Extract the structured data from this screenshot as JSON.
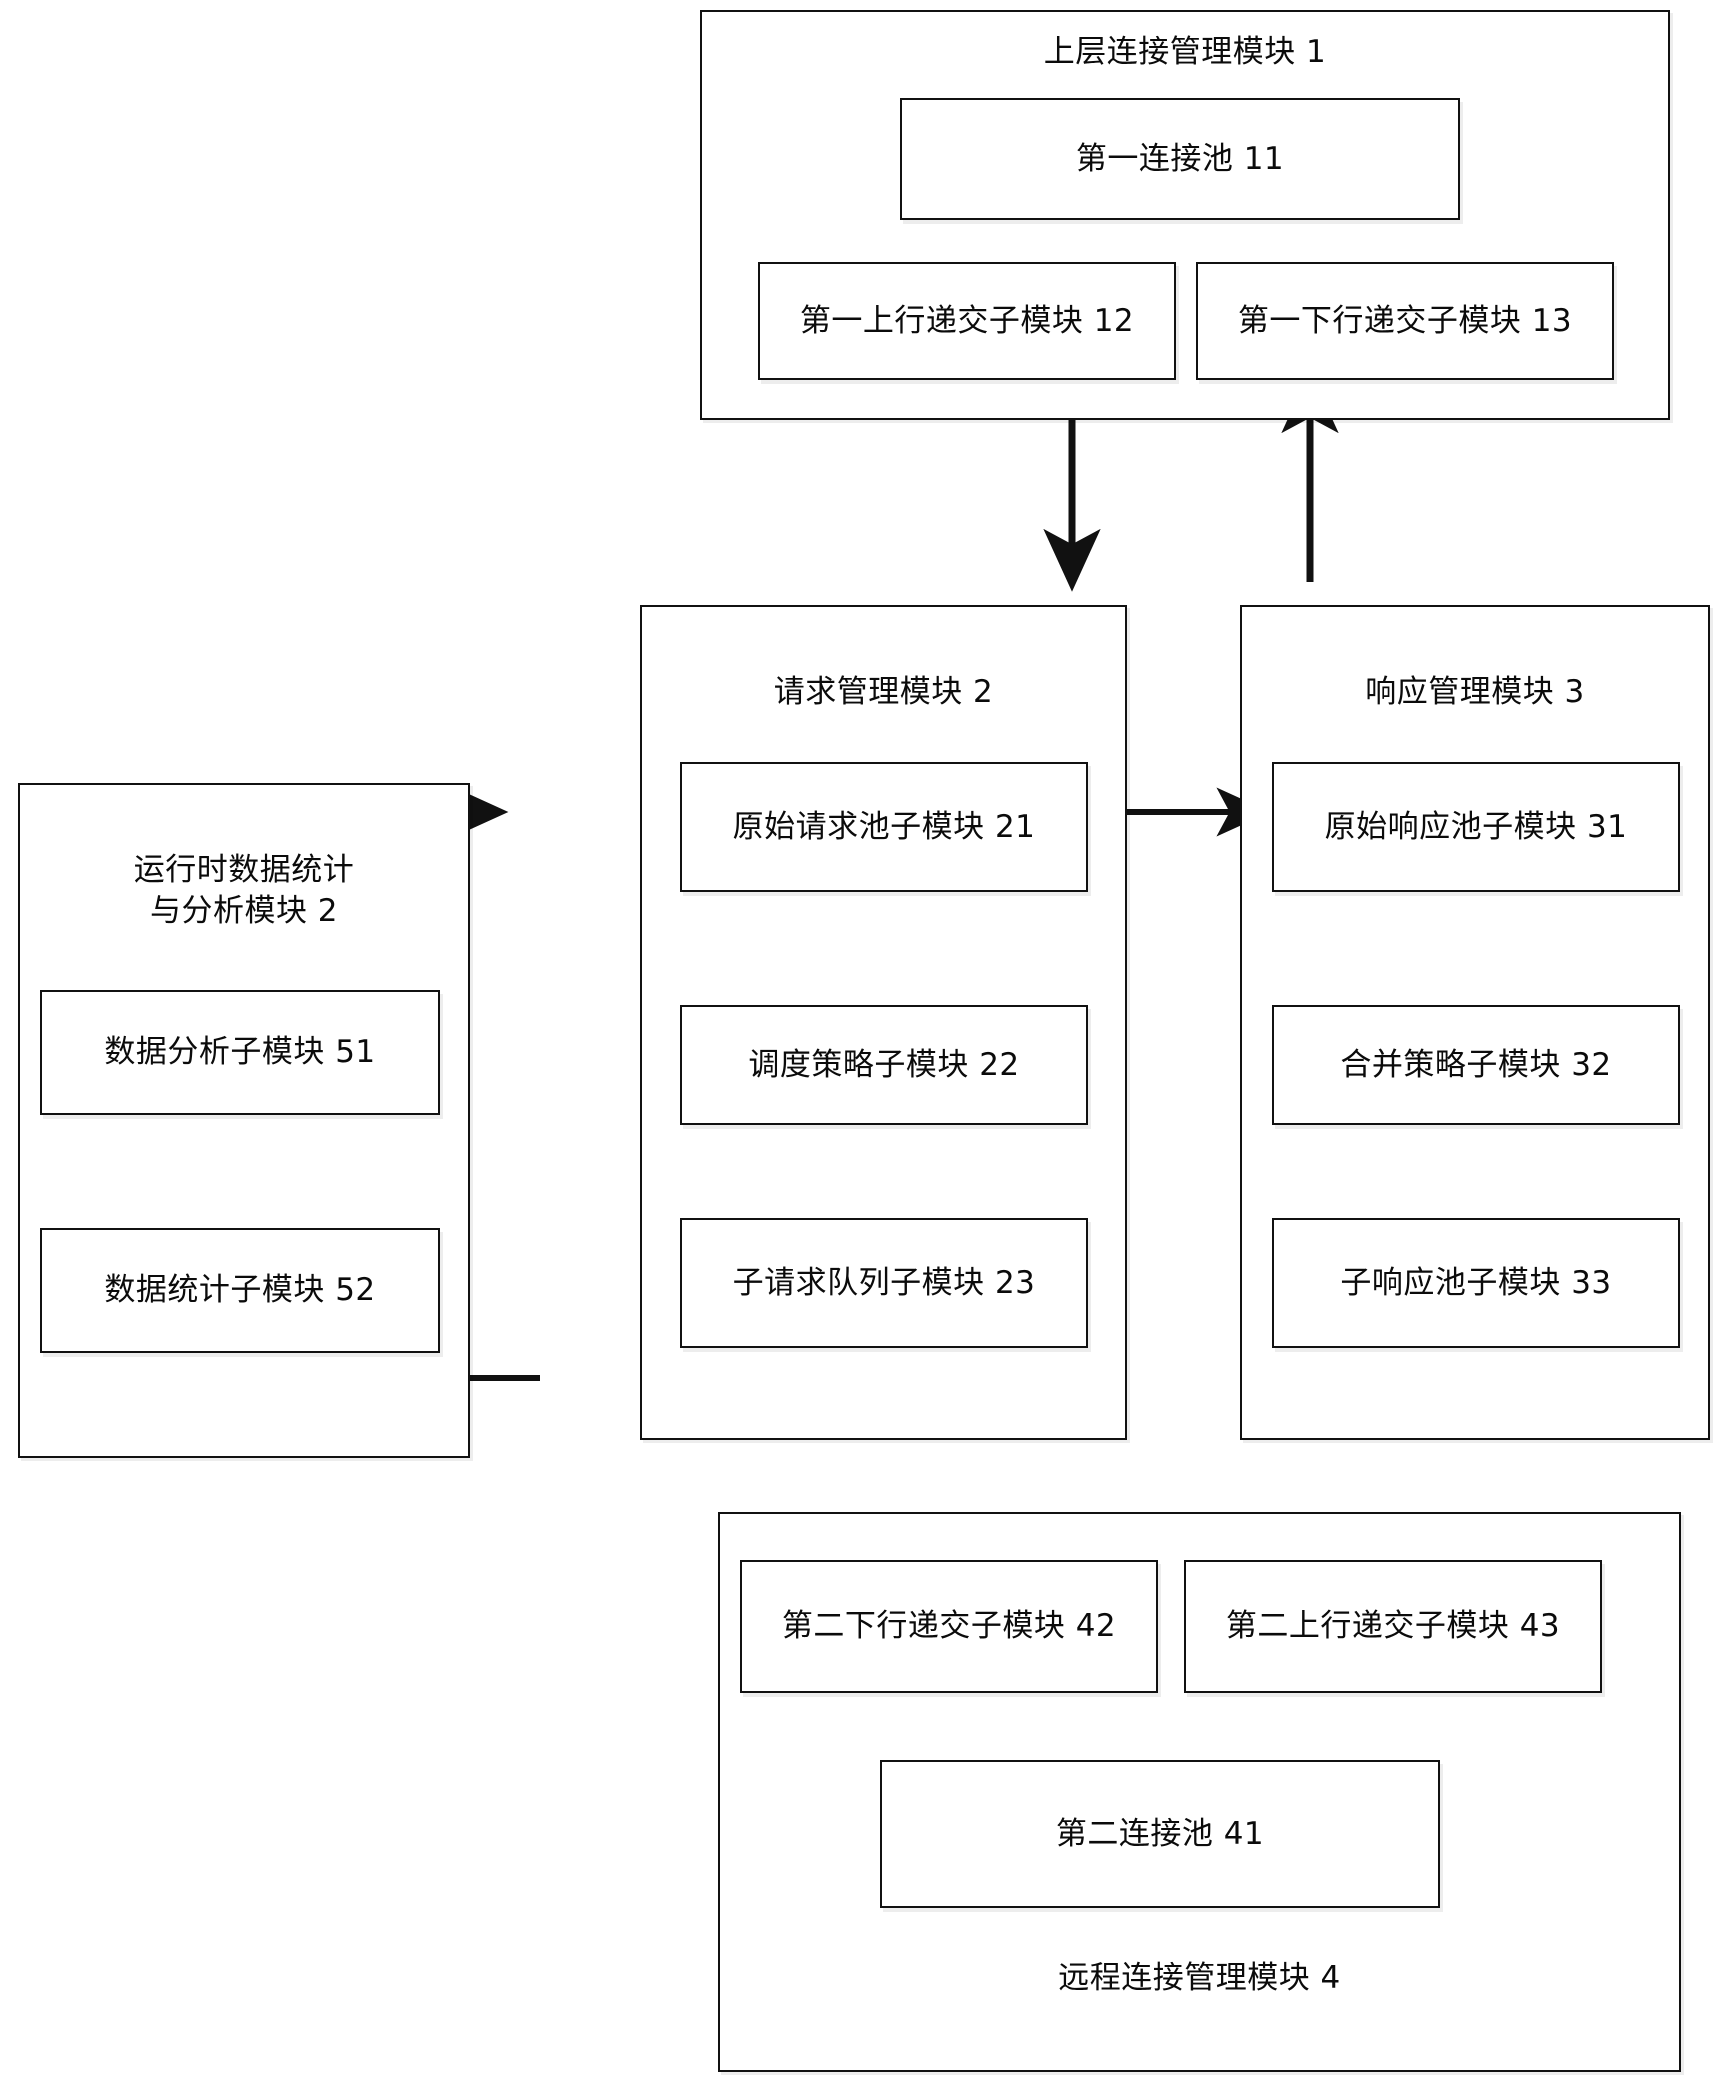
{
  "diagram": {
    "type": "block-architecture-diagram",
    "language": "zh-CN",
    "background_color": "#ffffff",
    "line_color": "#111111"
  },
  "modules": {
    "upper_connection": {
      "title": "上层连接管理模块 1",
      "children": {
        "pool": "第一连接池 11",
        "uplink": "第一上行递交子模块 12",
        "downlink": "第一下行递交子模块 13"
      }
    },
    "request_management": {
      "title": "请求管理模块 2",
      "children": {
        "origin_pool": "原始请求池子模块 21",
        "schedule_policy": "调度策略子模块 22",
        "sub_queue": "子请求队列子模块 23"
      }
    },
    "response_management": {
      "title": "响应管理模块 3",
      "children": {
        "origin_pool": "原始响应池子模块 31",
        "merge_policy": "合并策略子模块 32",
        "sub_pool": "子响应池子模块 33"
      }
    },
    "runtime_stats": {
      "title_line1": "运行时数据统计",
      "title_line2": "与分析模块 2",
      "children": {
        "analysis": "数据分析子模块 51",
        "statistics": "数据统计子模块 52"
      }
    },
    "remote_connection": {
      "title": "远程连接管理模块 4",
      "children": {
        "downlink": "第二下行递交子模块 42",
        "uplink": "第二上行递交子模块 43",
        "pool": "第二连接池 41"
      }
    }
  },
  "connections": [
    {
      "from": "第一连接池 11",
      "to": "第一上行递交子模块 12",
      "direction": "down"
    },
    {
      "from": "第一下行递交子模块 13",
      "to": "第一连接池 11",
      "direction": "up"
    },
    {
      "from": "第一上行递交子模块 12",
      "to": "原始请求池子模块 21",
      "direction": "down"
    },
    {
      "from": "原始响应池子模块 31",
      "to": "第一下行递交子模块 13",
      "direction": "up"
    },
    {
      "from": "原始请求池子模块 21",
      "to": "调度策略子模块 22",
      "direction": "down"
    },
    {
      "from": "调度策略子模块 22",
      "to": "子请求队列子模块 23",
      "direction": "down"
    },
    {
      "from": "数据分析子模块 51",
      "to": "调度策略子模块 22",
      "direction": "right"
    },
    {
      "from": "调度策略子模块 22",
      "to": "合并策略子模块 32",
      "direction": "right"
    },
    {
      "from": "数据统计子模块 52",
      "to": "数据分析子模块 51",
      "direction": "up"
    },
    {
      "from": "子请求队列子模块 23",
      "to": "第二下行递交子模块 42",
      "direction": "down"
    },
    {
      "from": "第二下行递交子模块 42",
      "to": "第二连接池 41",
      "direction": "down"
    },
    {
      "from": "第二连接池 41",
      "to": "第二上行递交子模块 43",
      "direction": "up"
    },
    {
      "from": "第二上行递交子模块 43",
      "to": "子响应池子模块 33",
      "direction": "up"
    },
    {
      "from": "子响应池子模块 33",
      "to": "合并策略子模块 32",
      "direction": "up"
    },
    {
      "from": "合并策略子模块 32",
      "to": "原始响应池子模块 31",
      "direction": "up"
    },
    {
      "from": "远程连接管理模块 4",
      "to": "数据统计子模块 52",
      "direction": "left-up"
    }
  ]
}
